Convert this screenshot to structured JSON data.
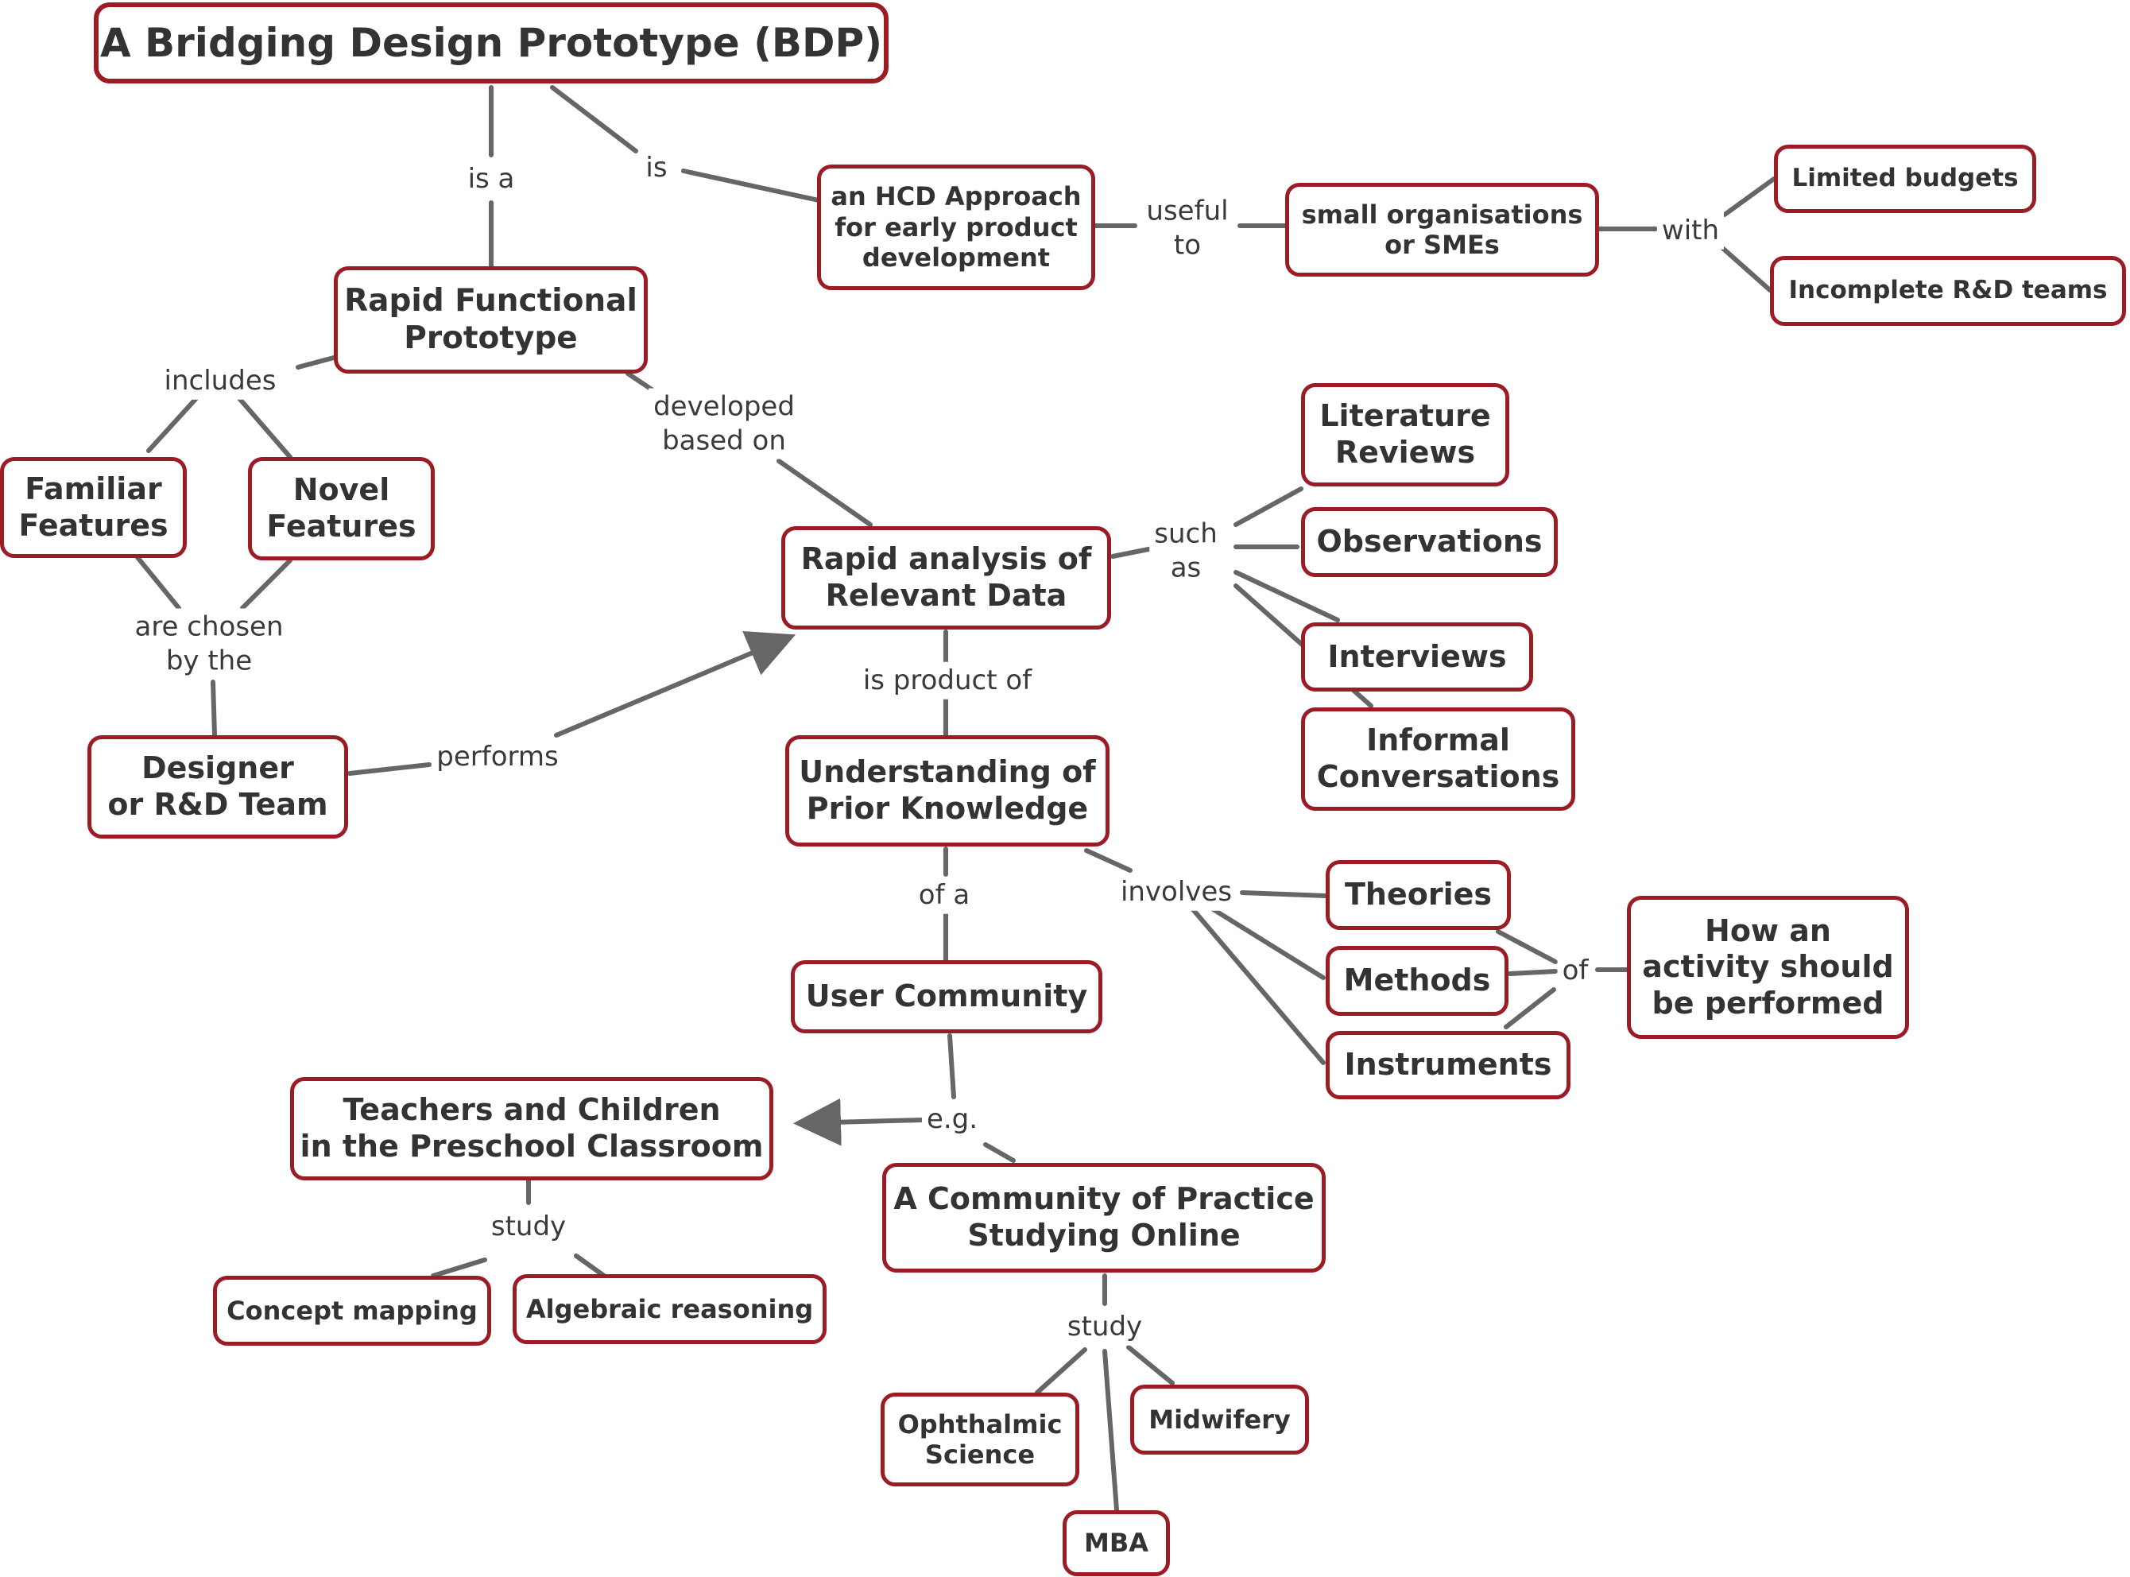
{
  "title": "A Bridging Design Prototype (BDP)",
  "nodes": {
    "rapid_functional_prototype": "Rapid Functional\nPrototype",
    "hcd_approach": "an HCD Approach\nfor early product\ndevelopment",
    "small_organisations": "small organisations\nor SMEs",
    "limited_budgets": "Limited budgets",
    "incomplete_rd_teams": "Incomplete R&D teams",
    "familiar_features": "Familiar\nFeatures",
    "novel_features": "Novel\nFeatures",
    "literature_reviews": "Literature\nReviews",
    "observations": "Observations",
    "interviews": "Interviews",
    "informal_conversations": "Informal\nConversations",
    "rapid_analysis": "Rapid analysis of\nRelevant Data",
    "designer": "Designer\nor R&D Team",
    "understanding": "Understanding of\nPrior Knowledge",
    "theories": "Theories",
    "methods": "Methods",
    "instruments": "Instruments",
    "how_activity": "How an\nactivity should\nbe performed",
    "user_community": "User Community",
    "teachers_children": "Teachers and Children\nin the Preschool Classroom",
    "community_practice": "A Community of Practice\nStudying Online",
    "concept_mapping": "Concept mapping",
    "algebraic_reasoning": "Algebraic reasoning",
    "ophthalmic_science": "Ophthalmic\nScience",
    "midwifery": "Midwifery",
    "mba": "MBA"
  },
  "links": {
    "is_a": "is a",
    "is": "is",
    "useful_to": "useful\nto",
    "with": "with",
    "includes": "includes",
    "developed_based_on": "developed\nbased on",
    "such_as": "such\nas",
    "are_chosen_by_the": "are chosen\nby the",
    "performs": "performs",
    "is_product_of": "is product of",
    "of_a": "of a",
    "involves": "involves",
    "of": "of",
    "eg": "e.g.",
    "study_1": "study",
    "study_2": "study"
  },
  "colors": {
    "node_border": "#9b1c24",
    "connector": "#666666",
    "text": "#333333"
  }
}
